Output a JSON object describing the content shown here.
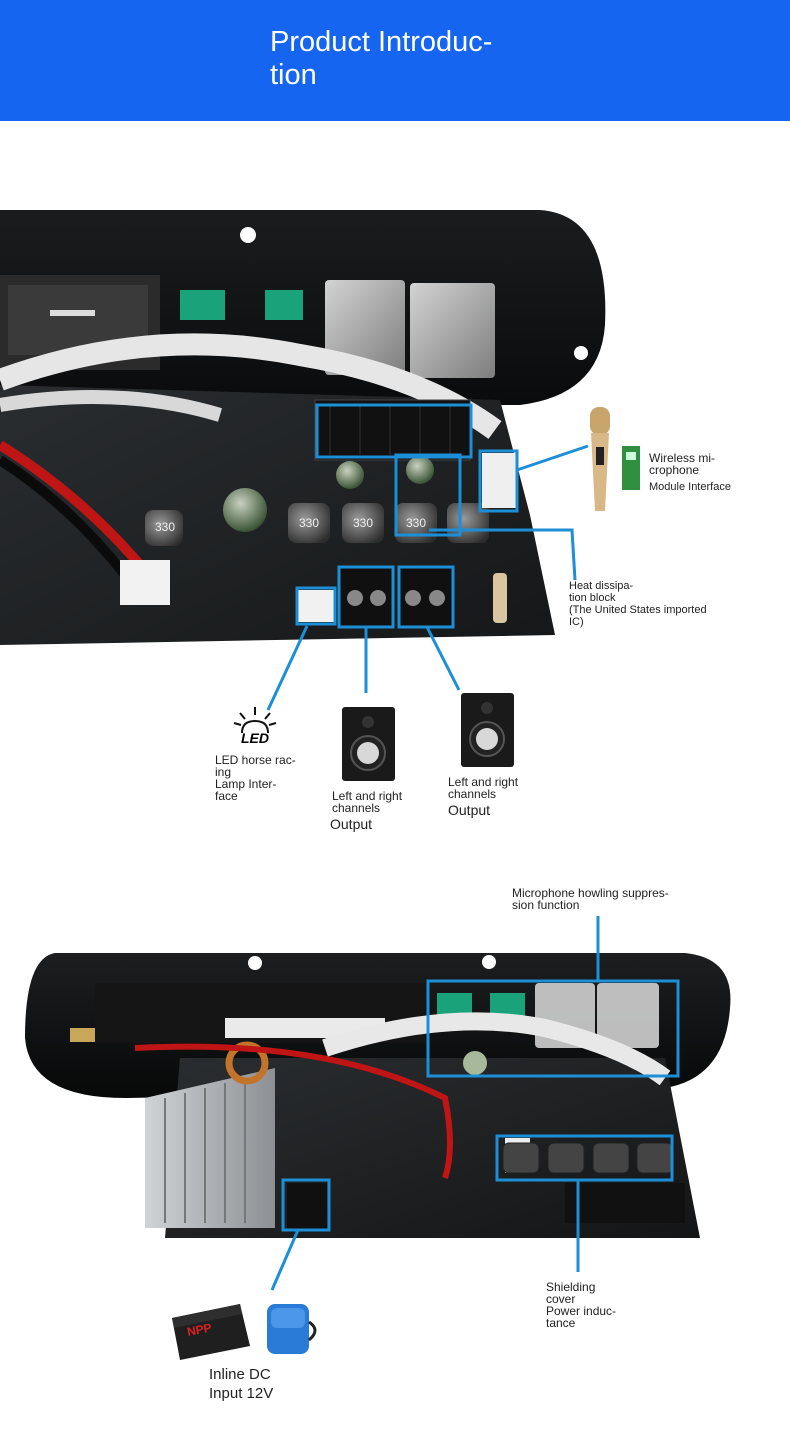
{
  "header": {
    "title_line1": "Product Introduc-",
    "title_line2": "tion",
    "background": "#1565f0"
  },
  "section1": {
    "wireless_mic": {
      "line1": "Wireless mi-",
      "line2": "crophone",
      "line3": "Module Interface"
    },
    "heat_block": {
      "line1": "Heat dissipa-",
      "line2": "tion block",
      "line3": "(The United States imported",
      "line4": "IC)"
    },
    "led": {
      "icon_text": "LED",
      "line1": "LED horse rac-",
      "line2": "ing",
      "line3": "Lamp Inter-",
      "line4": "face"
    },
    "output_left": {
      "line1": "Left and right",
      "line2": "channels",
      "line3": "Output"
    },
    "output_right": {
      "line1": "Left and right",
      "line2": "channels",
      "line3": "Output"
    },
    "board_silkscreen": {
      "inductor1": "330",
      "inductor2": "330",
      "inductor3": "330",
      "inductor4": "330"
    }
  },
  "section2": {
    "howling": {
      "line1": "Microphone howling suppres-",
      "line2": "sion function"
    },
    "shielding": {
      "line1": "Shielding",
      "line2": "cover",
      "line3": "Power induc-",
      "line4": "tance"
    },
    "dc_input": {
      "line1": "Inline DC",
      "line2": "Input 12V",
      "battery_brand": "NPP"
    }
  },
  "colors": {
    "callout": "#1c8fd6",
    "board": "#1b1d1f",
    "plate": "#0d0f10",
    "header": "#1565f0"
  }
}
